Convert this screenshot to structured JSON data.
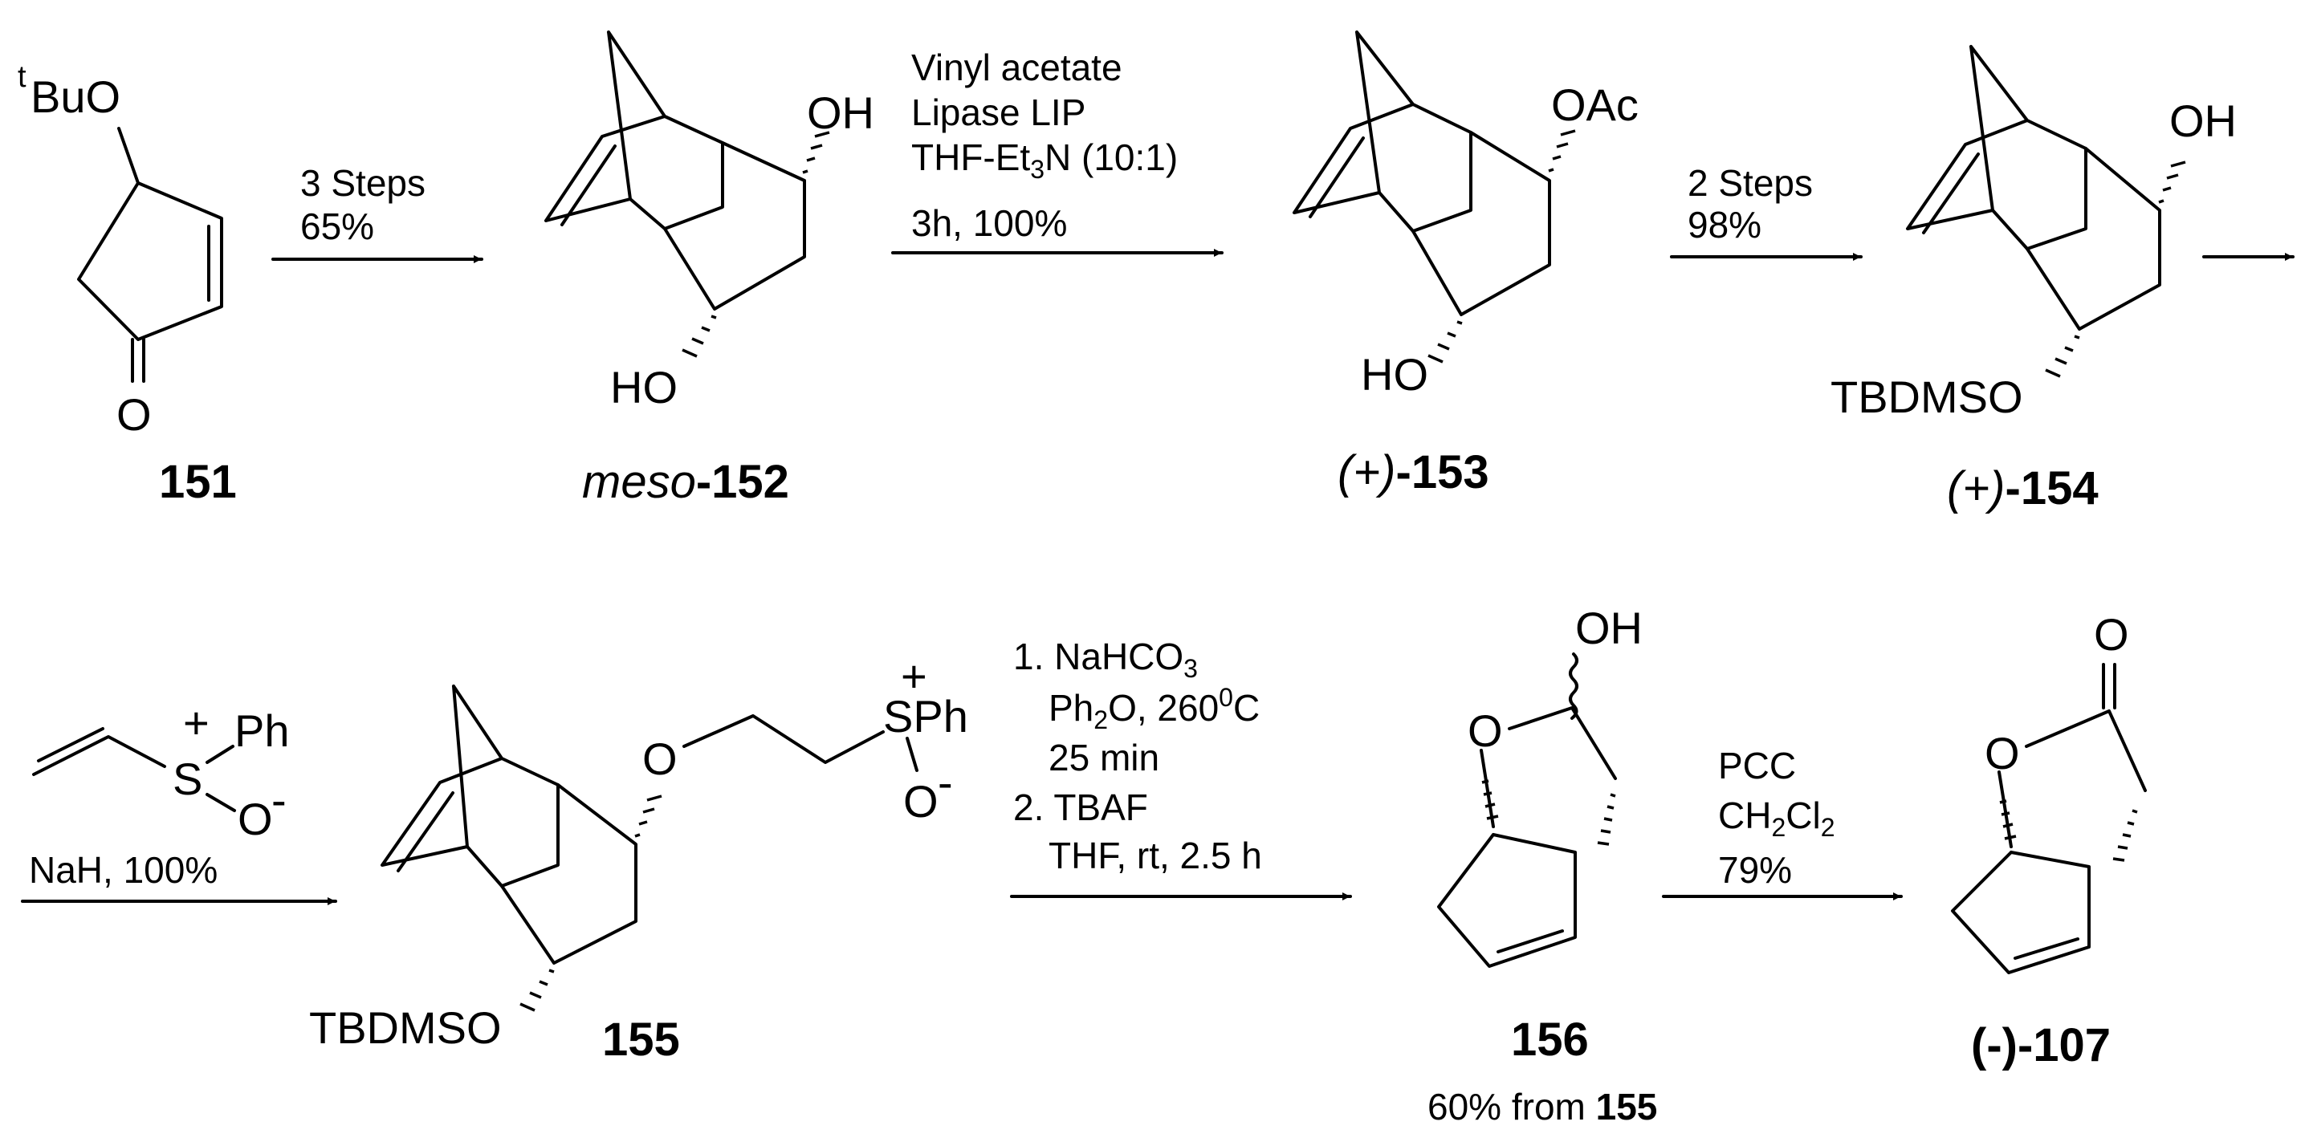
{
  "compounds": {
    "c151": {
      "label": "151",
      "tbu_sup": "t",
      "tbu_text": "BuO",
      "carbonyl_o": "O"
    },
    "c152": {
      "prefix": "meso",
      "label": "-152",
      "oh_top": "OH",
      "oh_bottom": "HO"
    },
    "c153": {
      "prefix": "(+)",
      "label": "-153",
      "oac": "OAc",
      "ho": "HO"
    },
    "c154": {
      "prefix": "(+)",
      "label": "-154",
      "oh": "OH",
      "otbs": "TBDMSO"
    },
    "c155": {
      "label": "155",
      "ether_o": "O",
      "s_plus": "+",
      "sph": "SPh",
      "o_minus_o": "O",
      "o_minus_sign": "-",
      "otbs": "TBDMSO"
    },
    "c156": {
      "label": "156",
      "note_prefix": "60% from ",
      "note_ref": "155",
      "oh": "OH",
      "ring_o": "O"
    },
    "c107": {
      "label": "(-)-107",
      "carbonyl_o": "O",
      "ring_o": "O"
    },
    "reagent_sulfoxide": {
      "plus": "+",
      "s": "S",
      "ph": "Ph",
      "o": "O",
      "minus": "-"
    }
  },
  "arrows": {
    "a1": {
      "line1": "3 Steps",
      "line2": "65%"
    },
    "a2": {
      "line1": "Vinyl acetate",
      "line2": "Lipase LIP",
      "line3_a": "THF-Et",
      "line3_sub": "3",
      "line3_b": "N (10:1)",
      "line4": "3h, 100%"
    },
    "a3": {
      "line1": "2 Steps",
      "line2": "98%"
    },
    "a5": {
      "below": "NaH, 100%"
    },
    "a6": {
      "s1_a": "1. NaHCO",
      "s1_sub": "3",
      "s2_a": "Ph",
      "s2_sub": "2",
      "s2_b": "O, 260",
      "s2_sup": "0",
      "s2_c": "C",
      "s3": "25 min",
      "s4": "2. TBAF",
      "s5": "THF, rt, 2.5 h"
    },
    "a7": {
      "line1": "PCC",
      "line2_a": "CH",
      "line2_sub1": "2",
      "line2_b": "Cl",
      "line2_sub2": "2",
      "line3": "79%"
    }
  }
}
